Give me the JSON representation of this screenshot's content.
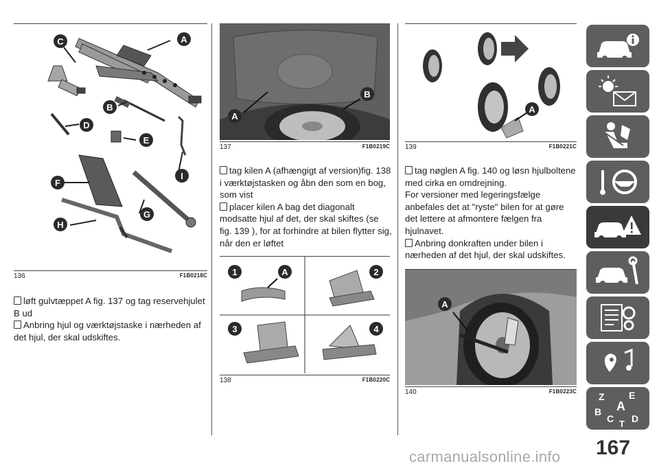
{
  "figures": [
    {
      "number": "136",
      "code": "F1B0218C",
      "labels": [
        "C",
        "A",
        "B",
        "D",
        "E",
        "F",
        "I",
        "G",
        "H"
      ]
    },
    {
      "number": "137",
      "code": "F1B0219C",
      "labels": [
        "A",
        "B"
      ]
    },
    {
      "number": "138",
      "code": "F1B0220C",
      "labels": [
        "1",
        "A",
        "2",
        "3",
        "4"
      ]
    },
    {
      "number": "139",
      "code": "F1B0221C",
      "labels": [
        "A"
      ]
    },
    {
      "number": "140",
      "code": "F1B0223C",
      "labels": [
        "A"
      ]
    }
  ],
  "column1": {
    "steps": [
      "løft gulvtæppet A fig. 137 og tag reservehjulet B ud",
      "Anbring hjul og værktøjstaske i nærheden af det hjul, der skal udskiftes."
    ]
  },
  "column2": {
    "steps": [
      "tag kilen A (afhængigt af version)fig. 138 i værktøjstasken og åbn den som en bog, som vist",
      "placer kilen A bag det diagonalt modsatte hjul af det, der skal skiftes (se fig. 139 ), for at forhindre at bilen flytter sig, når den er løftet"
    ]
  },
  "column3": {
    "steps": [
      "tag nøglen A fig. 140 og løsn hjulboltene med cirka en omdrejning.",
      "Anbring donkraften under bilen i nærheden af det hjul, der skal udskiftes."
    ],
    "note": "For versioner med legeringsfælge anbefales det at \"ryste\" bilen for at gøre det lettere at afmontere fælgen fra hjulnavet."
  },
  "sidebar": {
    "tabs": [
      {
        "icon": "car-info-icon",
        "active": false
      },
      {
        "icon": "warning-lights-icon",
        "active": false
      },
      {
        "icon": "seat-airbag-icon",
        "active": false
      },
      {
        "icon": "steering-wheel-icon",
        "active": false
      },
      {
        "icon": "car-emergency-icon",
        "active": true
      },
      {
        "icon": "car-maintenance-icon",
        "active": false
      },
      {
        "icon": "specifications-icon",
        "active": false
      },
      {
        "icon": "multimedia-icon",
        "active": false
      },
      {
        "icon": "index-icon",
        "active": false
      }
    ],
    "index_letters": [
      "Z",
      "E",
      "A",
      "B",
      "C",
      "D",
      "T"
    ]
  },
  "page_number": "167",
  "watermark": "carmanualsonline.info"
}
